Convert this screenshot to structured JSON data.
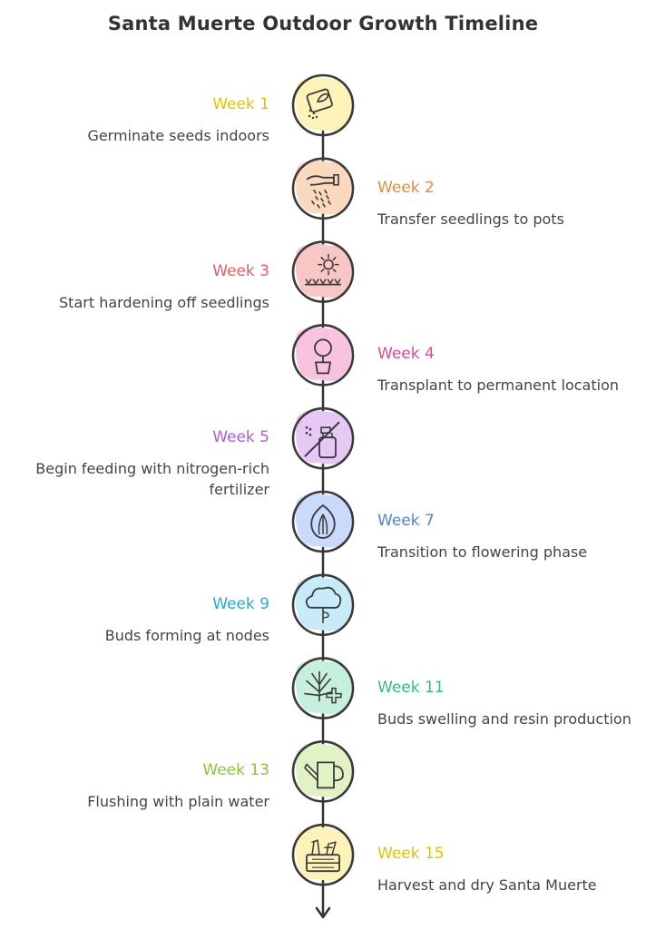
{
  "title": "Santa Muerte Outdoor Growth Timeline",
  "colors": {
    "line": "#333333",
    "circle_stroke": "#3a3a3a"
  },
  "milestones": [
    {
      "week": "Week 1",
      "desc": "Germinate seeds indoors",
      "side": "left",
      "color": "#e0c400",
      "fill": "#fdf3b8",
      "icon": "seed-packet-icon"
    },
    {
      "week": "Week 2",
      "desc": "Transfer seedlings to pots",
      "side": "right",
      "color": "#e98a3b",
      "fill": "#fbd9bf",
      "icon": "hand-sowing-seeds-icon"
    },
    {
      "week": "Week 3",
      "desc": "Start hardening off seedlings",
      "side": "left",
      "color": "#e85d5d",
      "fill": "#f8c6c4",
      "icon": "sun-over-sprouts-icon"
    },
    {
      "week": "Week 4",
      "desc": "Transplant to permanent location",
      "side": "right",
      "color": "#e0479b",
      "fill": "#f8c3df",
      "icon": "potted-tree-icon"
    },
    {
      "week": "Week 5",
      "desc": "Begin feeding with nitrogen-rich fertilizer",
      "side": "left",
      "color": "#b25bdb",
      "fill": "#e7c8f5",
      "icon": "spray-bottle-icon"
    },
    {
      "week": "Week 7",
      "desc": "Transition to flowering phase",
      "side": "right",
      "color": "#4e82e0",
      "fill": "#c9dafa",
      "icon": "flower-bud-icon"
    },
    {
      "week": "Week 9",
      "desc": "Buds forming at nodes",
      "side": "left",
      "color": "#29a9d8",
      "fill": "#c7ebf8",
      "icon": "cloud-tree-icon"
    },
    {
      "week": "Week 11",
      "desc": "Buds swelling and resin production",
      "side": "right",
      "color": "#2ebd85",
      "fill": "#c6f0dd",
      "icon": "cannabis-leaf-plus-icon"
    },
    {
      "week": "Week 13",
      "desc": "Flushing with plain water",
      "side": "left",
      "color": "#8cc43a",
      "fill": "#e1f2c5",
      "icon": "watering-can-icon"
    },
    {
      "week": "Week 15",
      "desc": "Harvest and dry Santa Muerte",
      "side": "right",
      "color": "#e0c400",
      "fill": "#fdf3b8",
      "icon": "harvest-crate-icon"
    }
  ]
}
